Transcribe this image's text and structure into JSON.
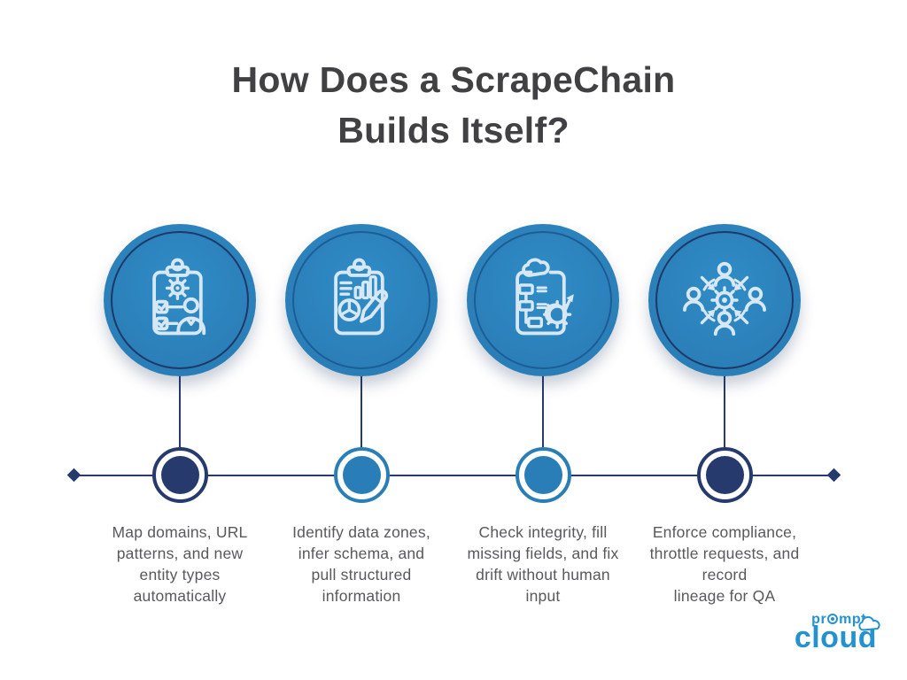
{
  "title": "How Does a ScrapeChain\nBuilds Itself?",
  "colors": {
    "accent_blue": "#2A7EB7",
    "navy": "#263A6E",
    "ring_navy": "#1F3867",
    "ring_blue": "#1D5C94",
    "icon_stroke": "#D6E7F6",
    "title_text": "#414042",
    "body_text": "#58595B",
    "logo_blue": "#2492CF"
  },
  "steps": [
    {
      "icon": "clipboard-gear-person-icon",
      "node_color": "navy",
      "description": "Map domains, URL\npatterns, and new\nentity types\nautomatically"
    },
    {
      "icon": "clipboard-report-pencil-icon",
      "node_color": "blue",
      "description": "Identify data zones,\ninfer schema, and\npull structured\ninformation"
    },
    {
      "icon": "clipboard-flowchart-gear-arrow-icon",
      "node_color": "blue",
      "description": "Check integrity, fill\nmissing fields, and fix\ndrift without human\ninput"
    },
    {
      "icon": "people-around-gear-icon",
      "node_color": "navy",
      "description": "Enforce compliance,\nthrottle requests, and\nrecord\nlineage for QA"
    }
  ],
  "logo": {
    "word_small_prefix": "pr",
    "word_small_suffix": "mpt",
    "word_large": "cloud"
  }
}
